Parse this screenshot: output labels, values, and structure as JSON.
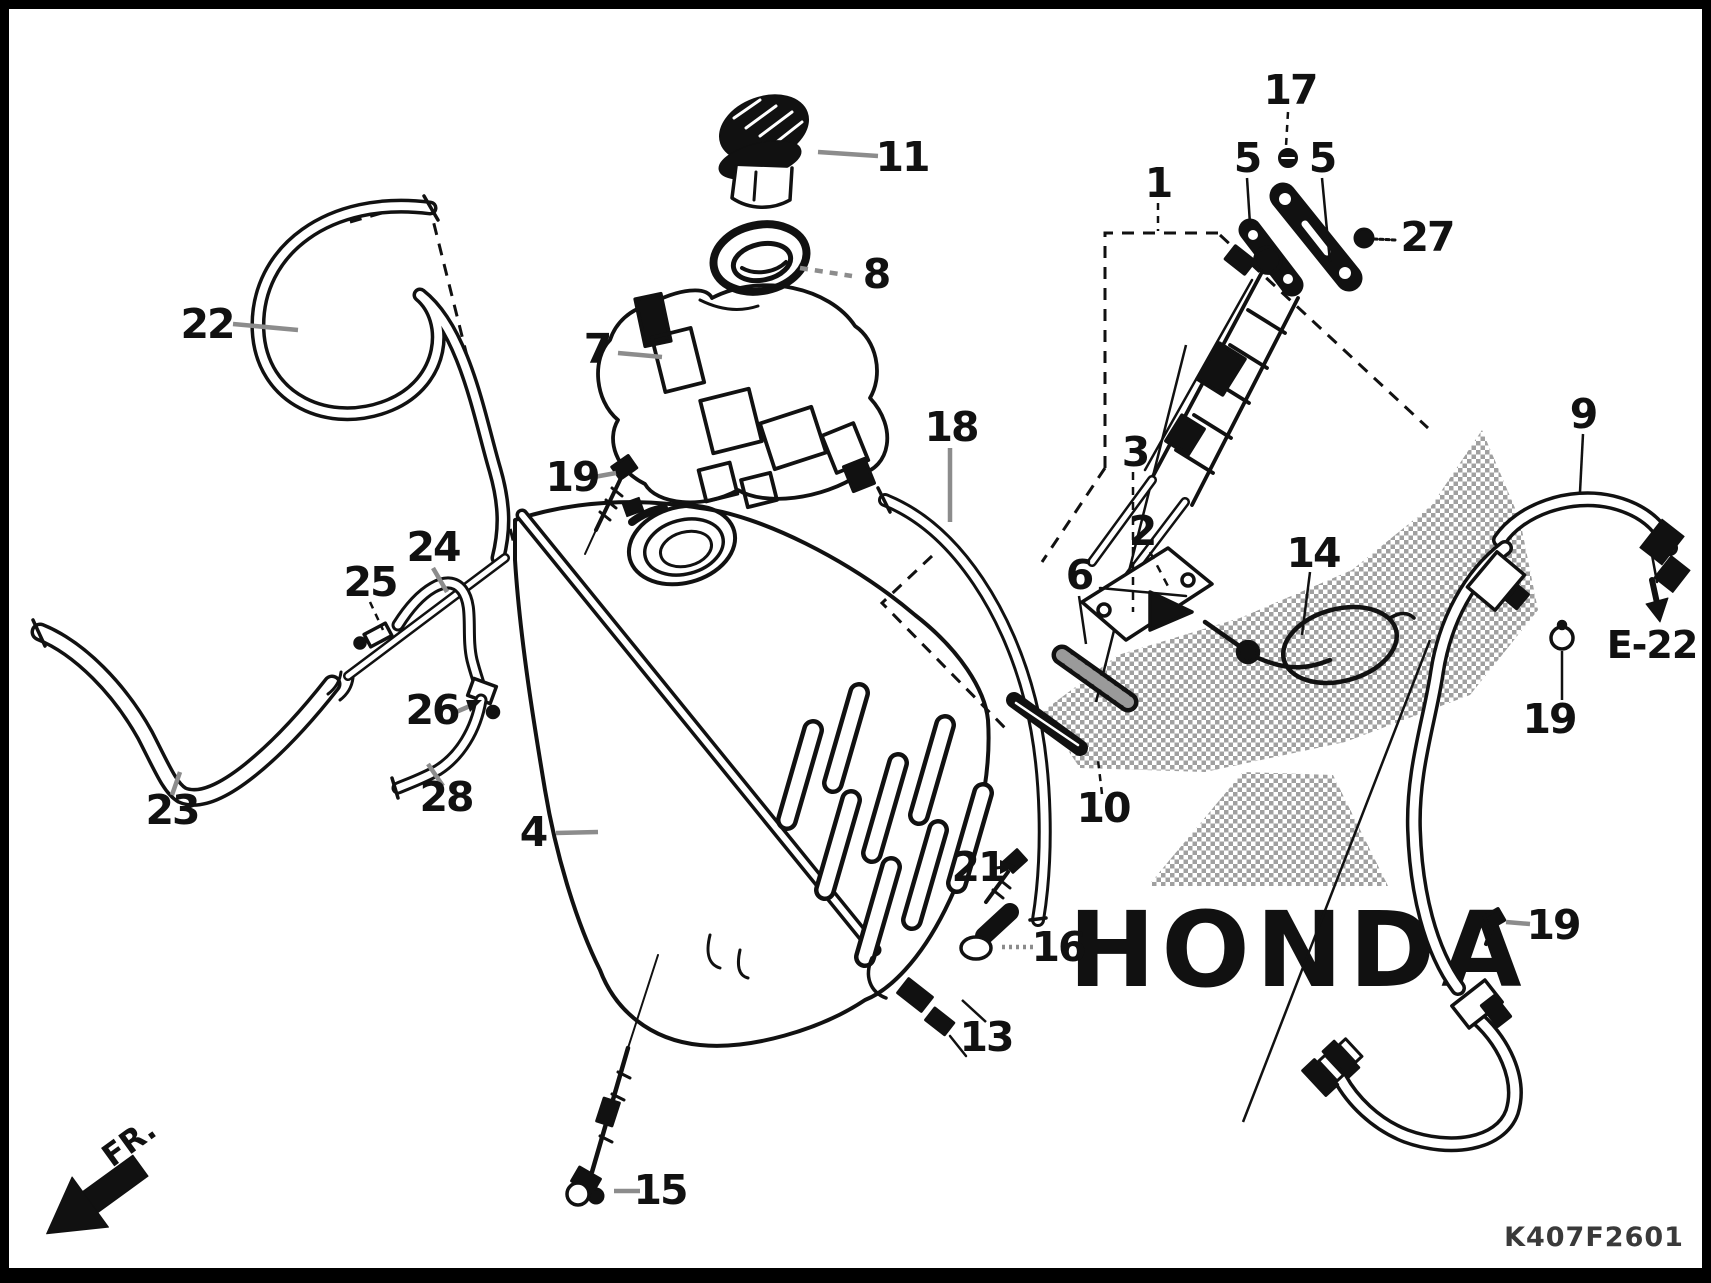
{
  "figure": {
    "code": "K407F2601",
    "front_label": "FR.",
    "engine_ref": "E-22",
    "watermark": "HONDA"
  },
  "callouts": {
    "c1": "1",
    "c2": "2",
    "c3": "3",
    "c4": "4",
    "c5a": "5",
    "c5b": "5",
    "c6": "6",
    "c7": "7",
    "c8": "8",
    "c9": "9",
    "c10": "10",
    "c11": "11",
    "c13": "13",
    "c14": "14",
    "c15": "15",
    "c16": "16",
    "c17": "17",
    "c18": "18",
    "c19a": "19",
    "c19b": "19",
    "c19c": "19",
    "c21": "21",
    "c22": "22",
    "c23": "23",
    "c24": "24",
    "c25": "25",
    "c26": "26",
    "c27": "27",
    "c28": "28"
  },
  "colors": {
    "line": "#111111",
    "leader": "#8c8c8c",
    "hatch": "#a0a0a0",
    "background": "#ffffff",
    "border": "#000000"
  }
}
